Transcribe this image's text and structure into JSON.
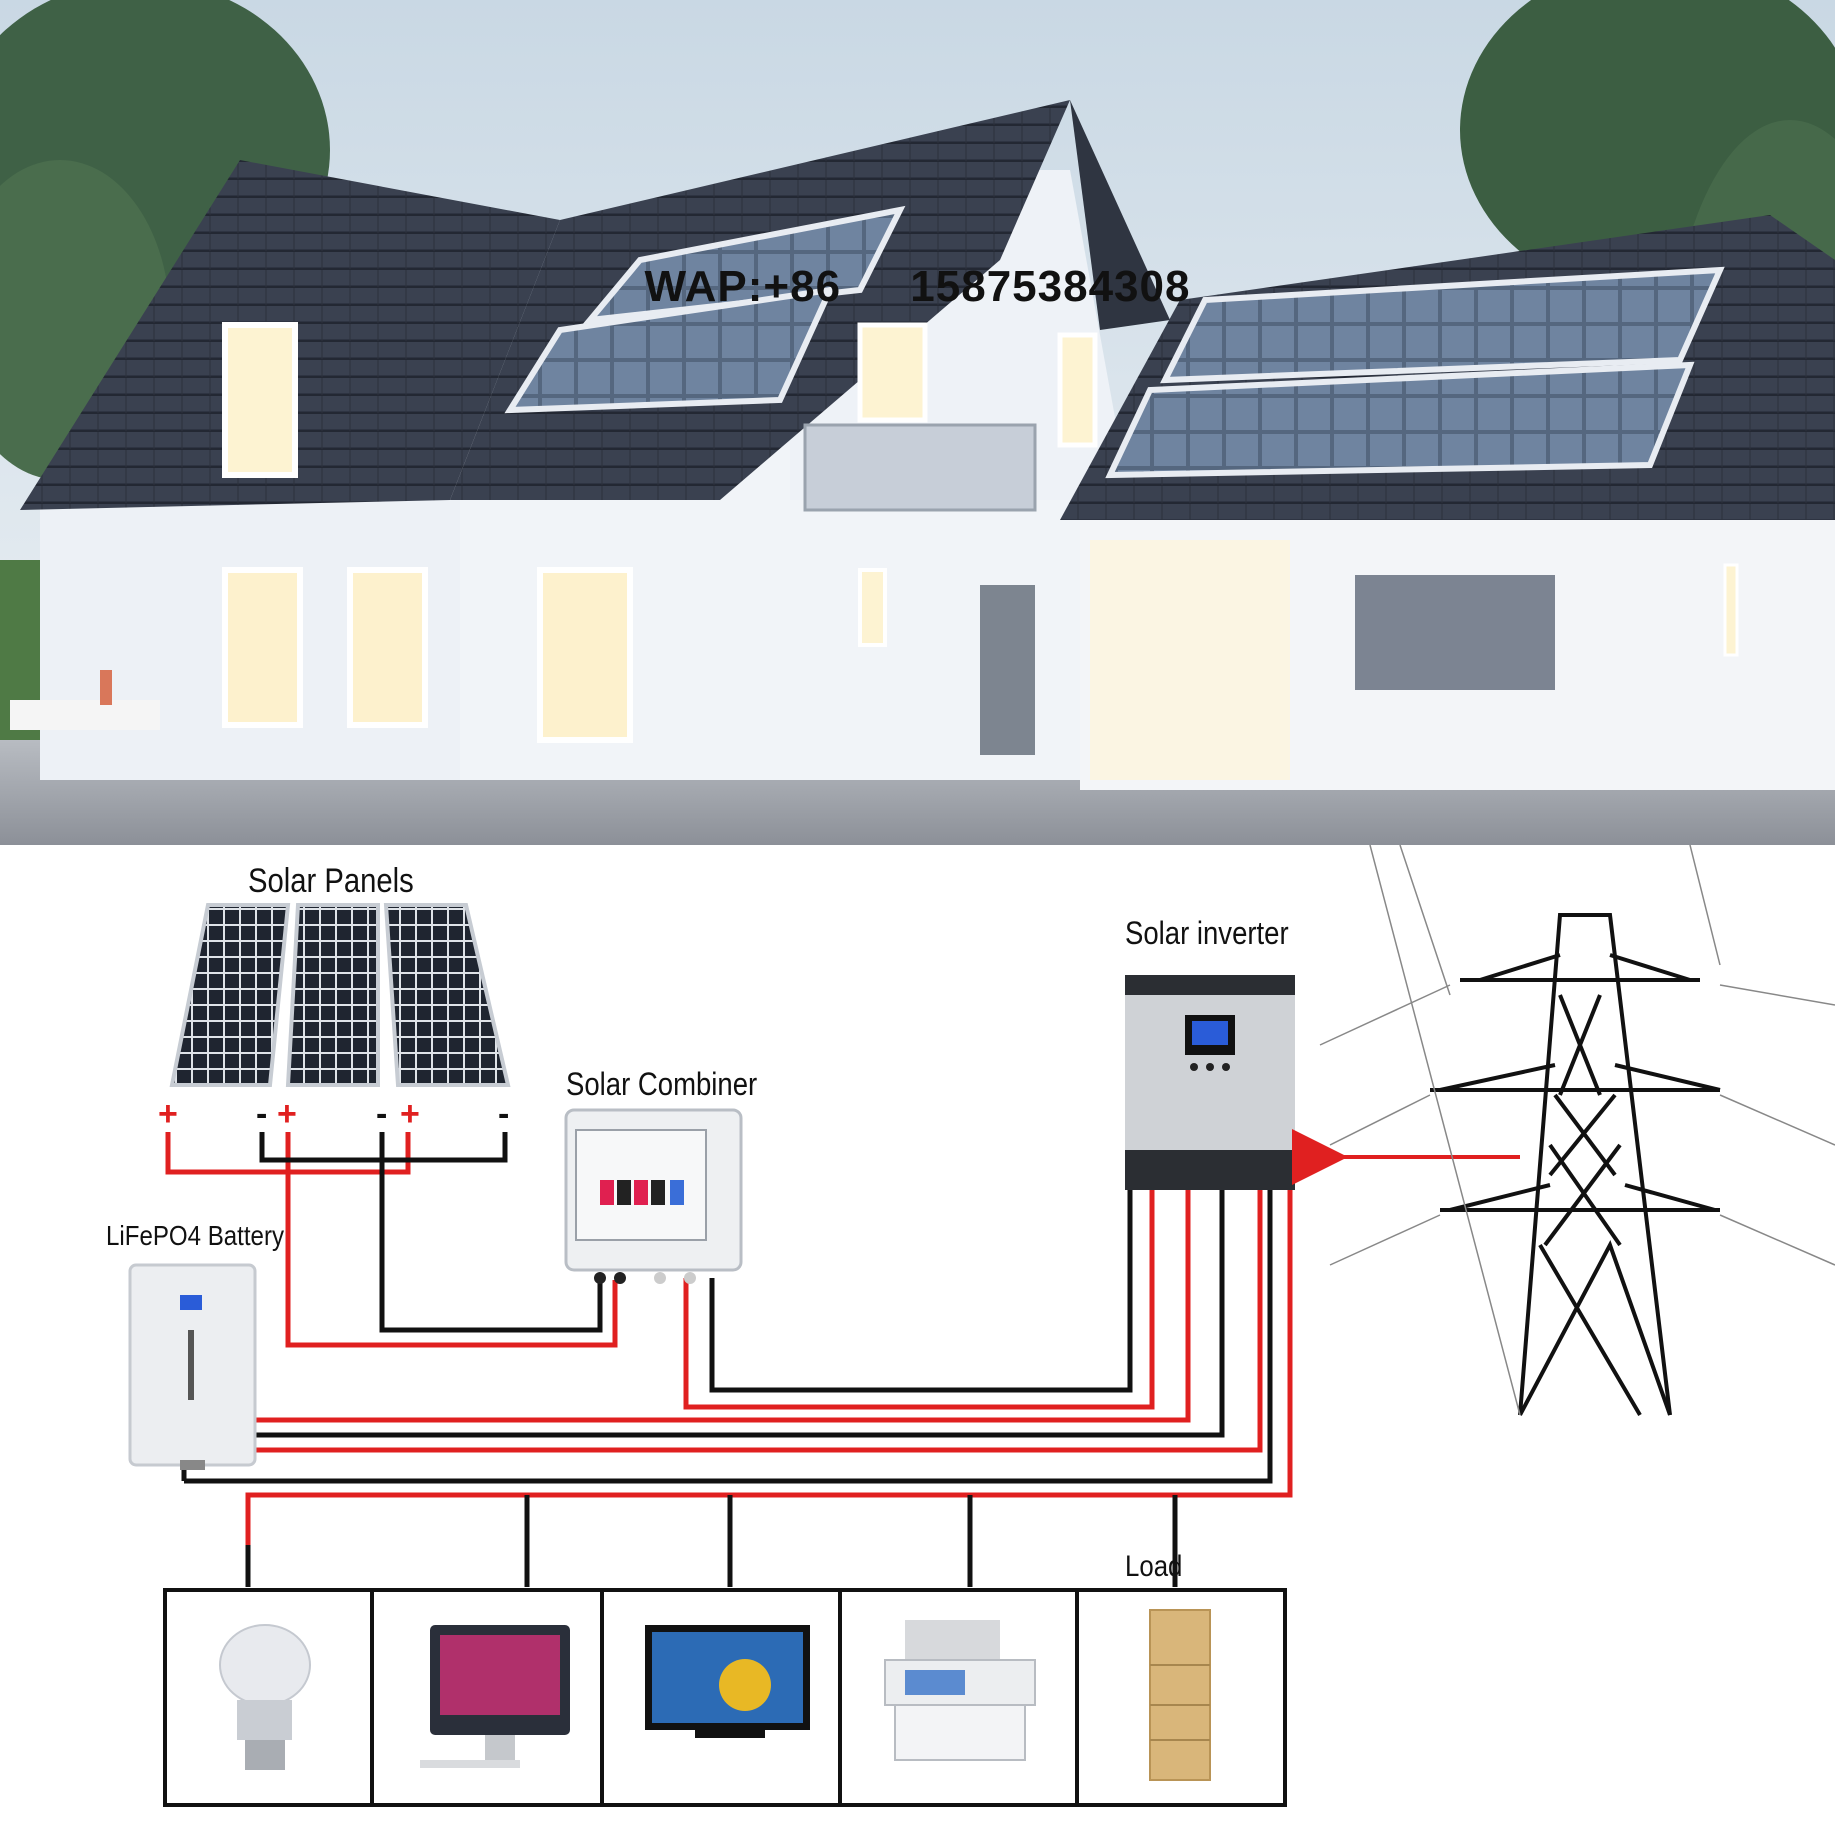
{
  "photo": {
    "watermark_prefix": "WAP:+86",
    "watermark_number": "15875384308"
  },
  "diagram": {
    "labels": {
      "solar_panels": "Solar Panels",
      "solar_inverter": "Solar inverter",
      "solar_combiner": "Solar Combiner",
      "battery": "LiFePO4 Battery",
      "load": "Load"
    },
    "terminals": [
      "+",
      "-",
      "+",
      "-",
      "+",
      "-"
    ],
    "load_devices": [
      "light-bulb-icon",
      "computer-monitor-icon",
      "tv-icon",
      "printer-icon",
      "refrigerator-icon"
    ],
    "colors": {
      "positive_wire": "#e02020",
      "negative_wire": "#111111",
      "grid_arrow": "#e02020"
    }
  }
}
